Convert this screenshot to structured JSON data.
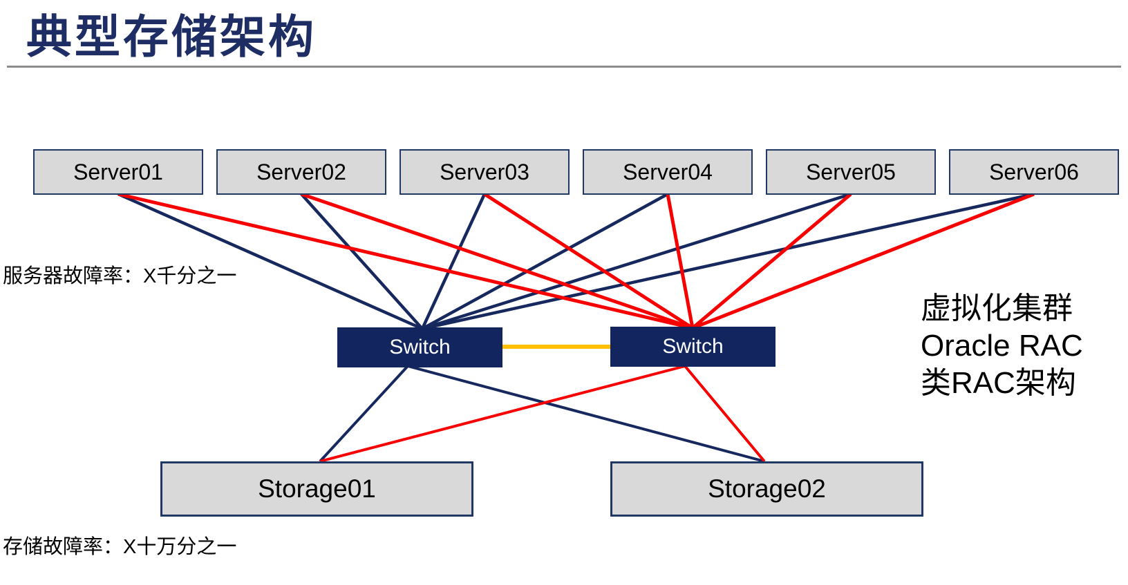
{
  "slide": {
    "title": "典型存储架构"
  },
  "colors": {
    "navy_line": "#17285E",
    "red_line": "#F80000",
    "orange_line": "#FFC000",
    "node_fill": "#D9D9D9",
    "node_border": "#1F3864",
    "switch_fill": "#12255E",
    "switch_text": "#FFFFFF",
    "title_color": "#1E2D64",
    "divider_color": "#8C8C8C",
    "label_color": "#000000"
  },
  "nodes": {
    "servers": [
      {
        "id": "server01",
        "label": "Server01"
      },
      {
        "id": "server02",
        "label": "Server02"
      },
      {
        "id": "server03",
        "label": "Server03"
      },
      {
        "id": "server04",
        "label": "Server04"
      },
      {
        "id": "server05",
        "label": "Server05"
      },
      {
        "id": "server06",
        "label": "Server06"
      }
    ],
    "switches": [
      {
        "id": "switch-1",
        "label": "Switch"
      },
      {
        "id": "switch-2",
        "label": "Switch"
      }
    ],
    "storages": [
      {
        "id": "storage01",
        "label": "Storage01"
      },
      {
        "id": "storage02",
        "label": "Storage02"
      }
    ]
  },
  "annotations": {
    "server_failure_rate": "服务器故障率：X千分之一",
    "storage_failure_rate": "存储故障率：X十万分之一",
    "cluster_note_lines": [
      "虚拟化集群",
      "Oracle RAC",
      "类RAC架构"
    ]
  },
  "connections": {
    "server_to_switch": [
      {
        "from": "server01",
        "to": "switch-1",
        "color": "navy"
      },
      {
        "from": "server02",
        "to": "switch-1",
        "color": "navy"
      },
      {
        "from": "server03",
        "to": "switch-1",
        "color": "navy"
      },
      {
        "from": "server04",
        "to": "switch-1",
        "color": "navy"
      },
      {
        "from": "server05",
        "to": "switch-1",
        "color": "navy"
      },
      {
        "from": "server06",
        "to": "switch-1",
        "color": "navy"
      },
      {
        "from": "server01",
        "to": "switch-2",
        "color": "red"
      },
      {
        "from": "server02",
        "to": "switch-2",
        "color": "red"
      },
      {
        "from": "server03",
        "to": "switch-2",
        "color": "red"
      },
      {
        "from": "server04",
        "to": "switch-2",
        "color": "red"
      },
      {
        "from": "server05",
        "to": "switch-2",
        "color": "red"
      },
      {
        "from": "server06",
        "to": "switch-2",
        "color": "red"
      }
    ],
    "switch_to_switch": [
      {
        "from": "switch-1",
        "to": "switch-2",
        "color": "orange"
      }
    ],
    "switch_to_storage": [
      {
        "from": "switch-1",
        "to": "storage01",
        "color": "navy"
      },
      {
        "from": "switch-1",
        "to": "storage02",
        "color": "navy"
      },
      {
        "from": "switch-2",
        "to": "storage01",
        "color": "red"
      },
      {
        "from": "switch-2",
        "to": "storage02",
        "color": "red"
      }
    ]
  }
}
